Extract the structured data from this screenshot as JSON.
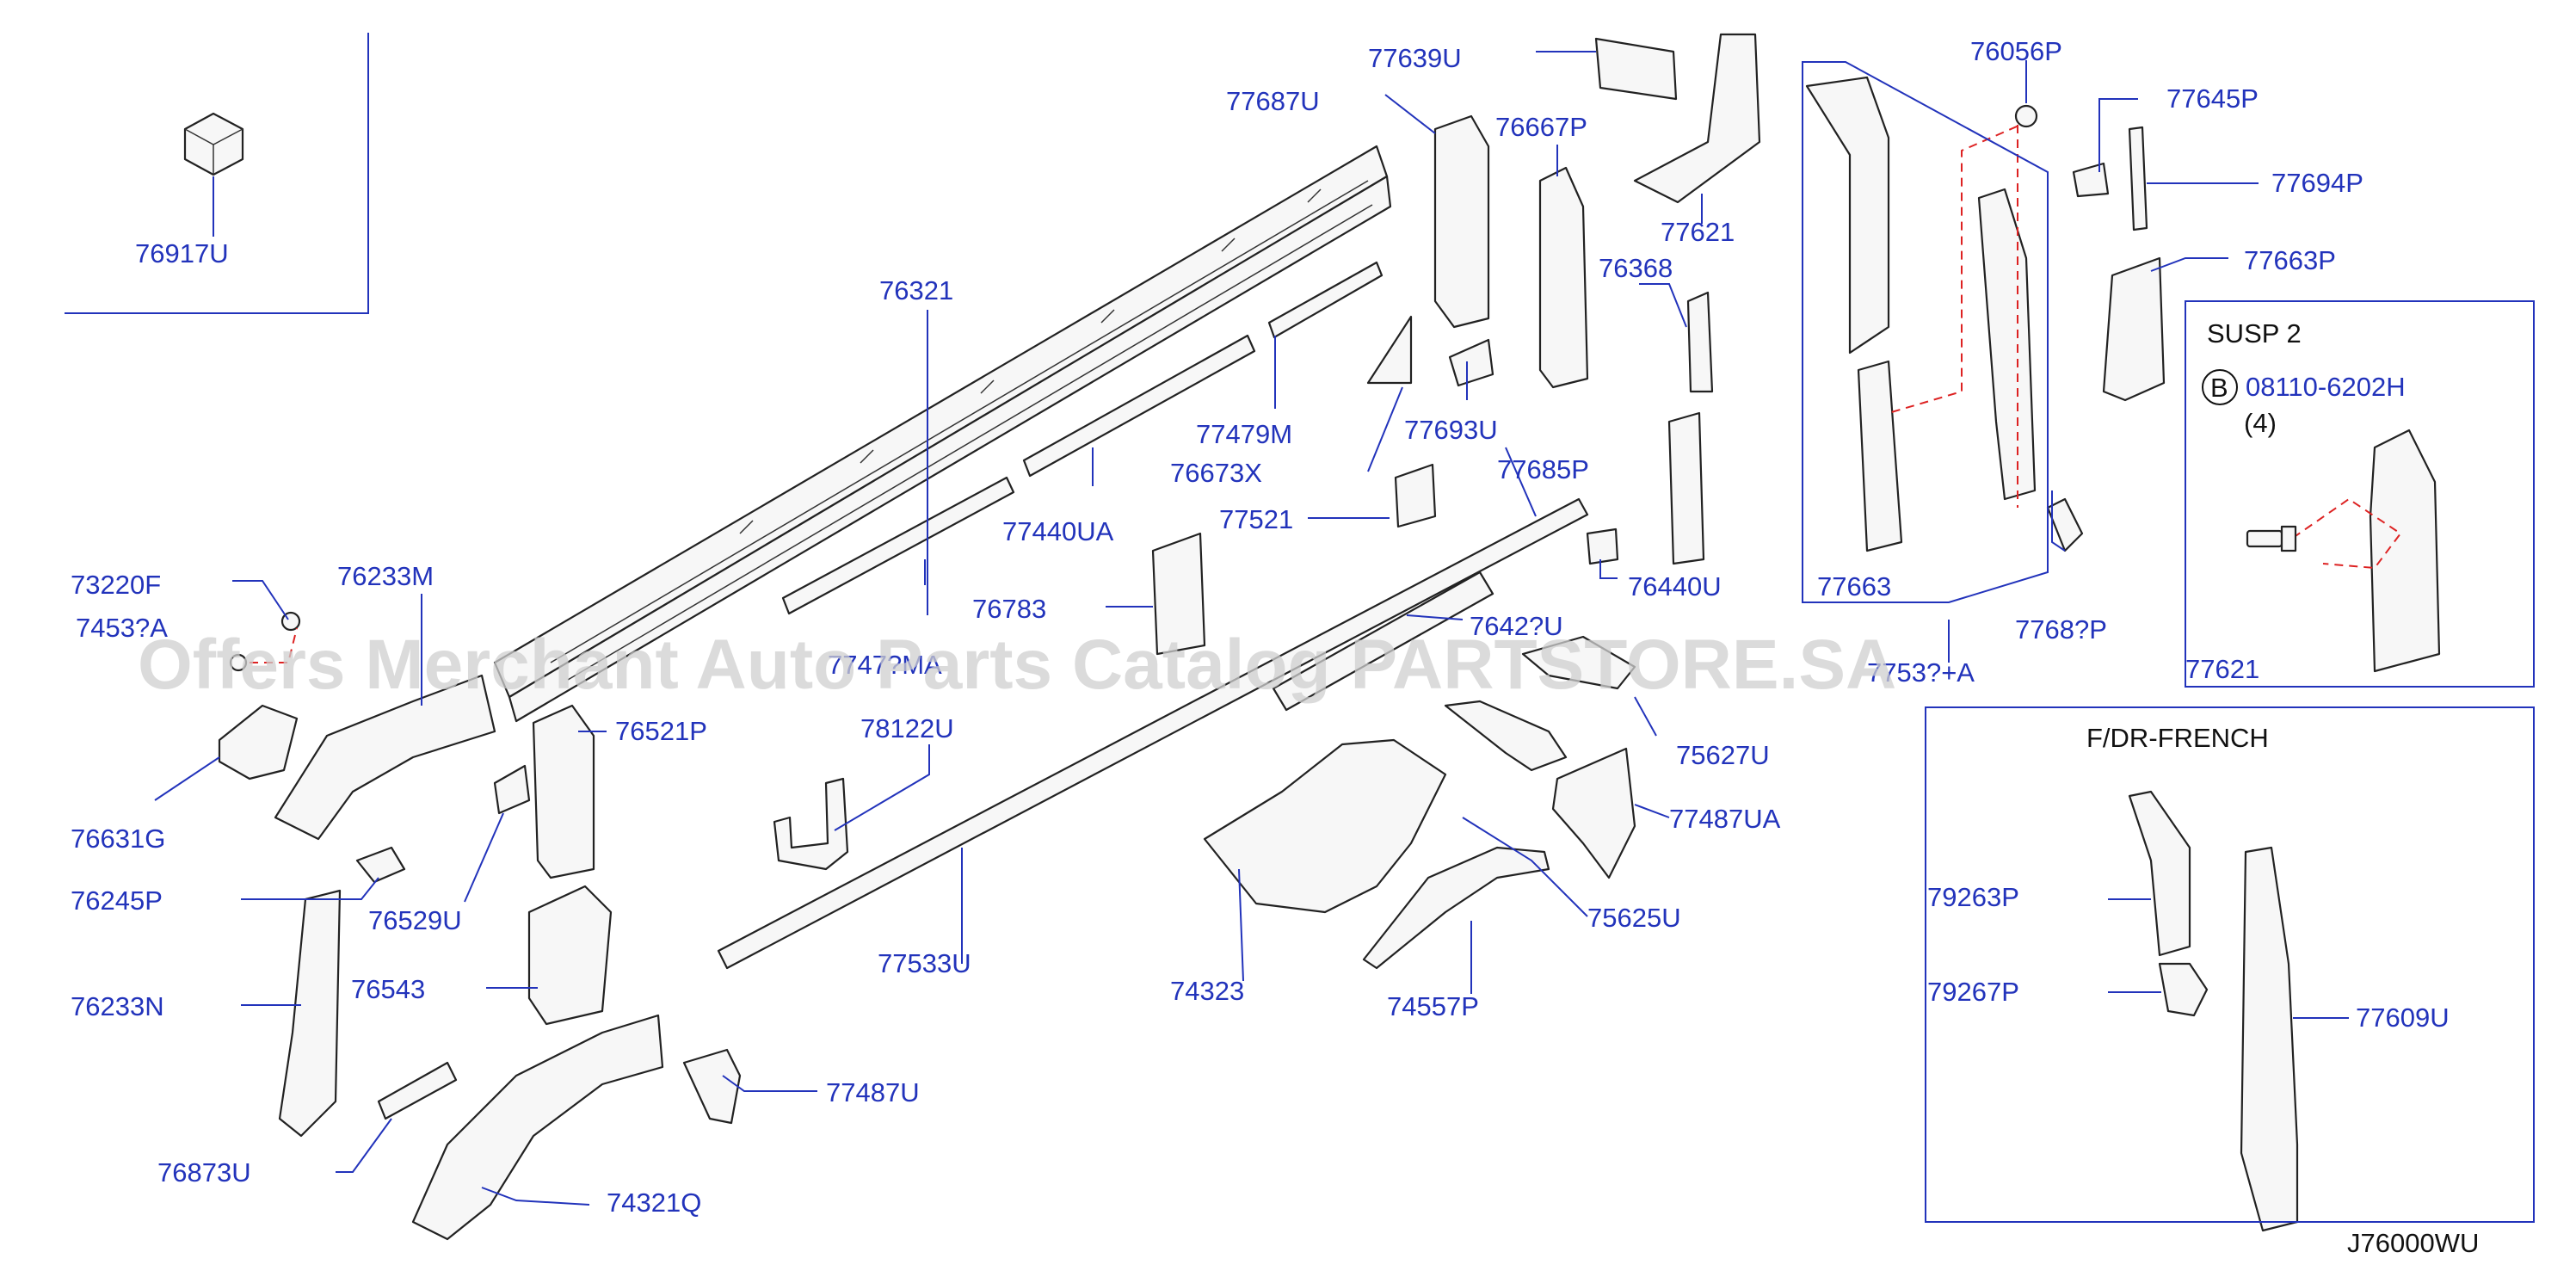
{
  "diagram_id": "J76000WU",
  "watermark": "Offers Merchant Auto Parts Catalog PARTSTORE.SA",
  "inset_susp": {
    "title": "SUSP   2",
    "bolt_symbol": "B",
    "bolt_part": "08110-6202H",
    "bolt_qty": "(4)"
  },
  "inset_french": {
    "title": "F/DR-FRENCH"
  },
  "parts": [
    "76917U",
    "77687U",
    "77639U",
    "76667P",
    "77621",
    "76056P",
    "77645P",
    "77694P",
    "77663P",
    "76321",
    "76368",
    "77479M",
    "77693U",
    "76673X",
    "77685P",
    "77440UA",
    "77521",
    "76440U",
    "77663",
    "76783",
    "7768?P",
    "73220F",
    "76233M",
    "7453?A",
    "7747?MA",
    "7642?U",
    "7753?+A",
    "77621",
    "76631G",
    "76521P",
    "78122U",
    "75627U",
    "77487UA",
    "76245P",
    "76529U",
    "75625U",
    "76543",
    "77533U",
    "74323",
    "74557P",
    "76233N",
    "77487U",
    "76873U",
    "74321Q",
    "79263P",
    "79267P",
    "77609U"
  ]
}
